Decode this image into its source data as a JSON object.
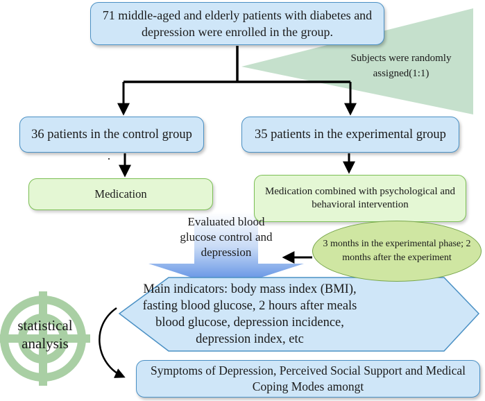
{
  "enrollment": {
    "text": "71 middle-aged and elderly patients with diabetes and depression were enrolled in the group."
  },
  "randomization": {
    "text": "Subjects were randomly assigned(1:1)"
  },
  "groups": {
    "control": "36 patients in the control group",
    "experimental": "35 patients in the experimental group"
  },
  "interventions": {
    "control": "Medication",
    "experimental": "Medication combined with psychological and behavioral intervention"
  },
  "evaluation": {
    "text": "Evaluated blood glucose control and depression"
  },
  "timeline": {
    "text": "3 months in the experimental phase; 2 months after the experiment"
  },
  "main_indicators": {
    "text": "Main indicators: body mass index (BMI), fasting blood glucose, 2 hours after meals blood glucose, depression incidence, depression index, etc"
  },
  "statistical_analysis": {
    "text": "statistical analysis"
  },
  "secondary_outcomes": {
    "text": "Symptoms of Depression, Perceived Social Support and Medical Coping Modes amongt"
  },
  "colors": {
    "blue_fill": "#cfe6f8",
    "blue_border": "#4a90c4",
    "green_fill": "#e4f7d4",
    "green_border": "#7cbf55",
    "arrow_fill": "#c5e0cc",
    "target": "#a9cfa4"
  }
}
